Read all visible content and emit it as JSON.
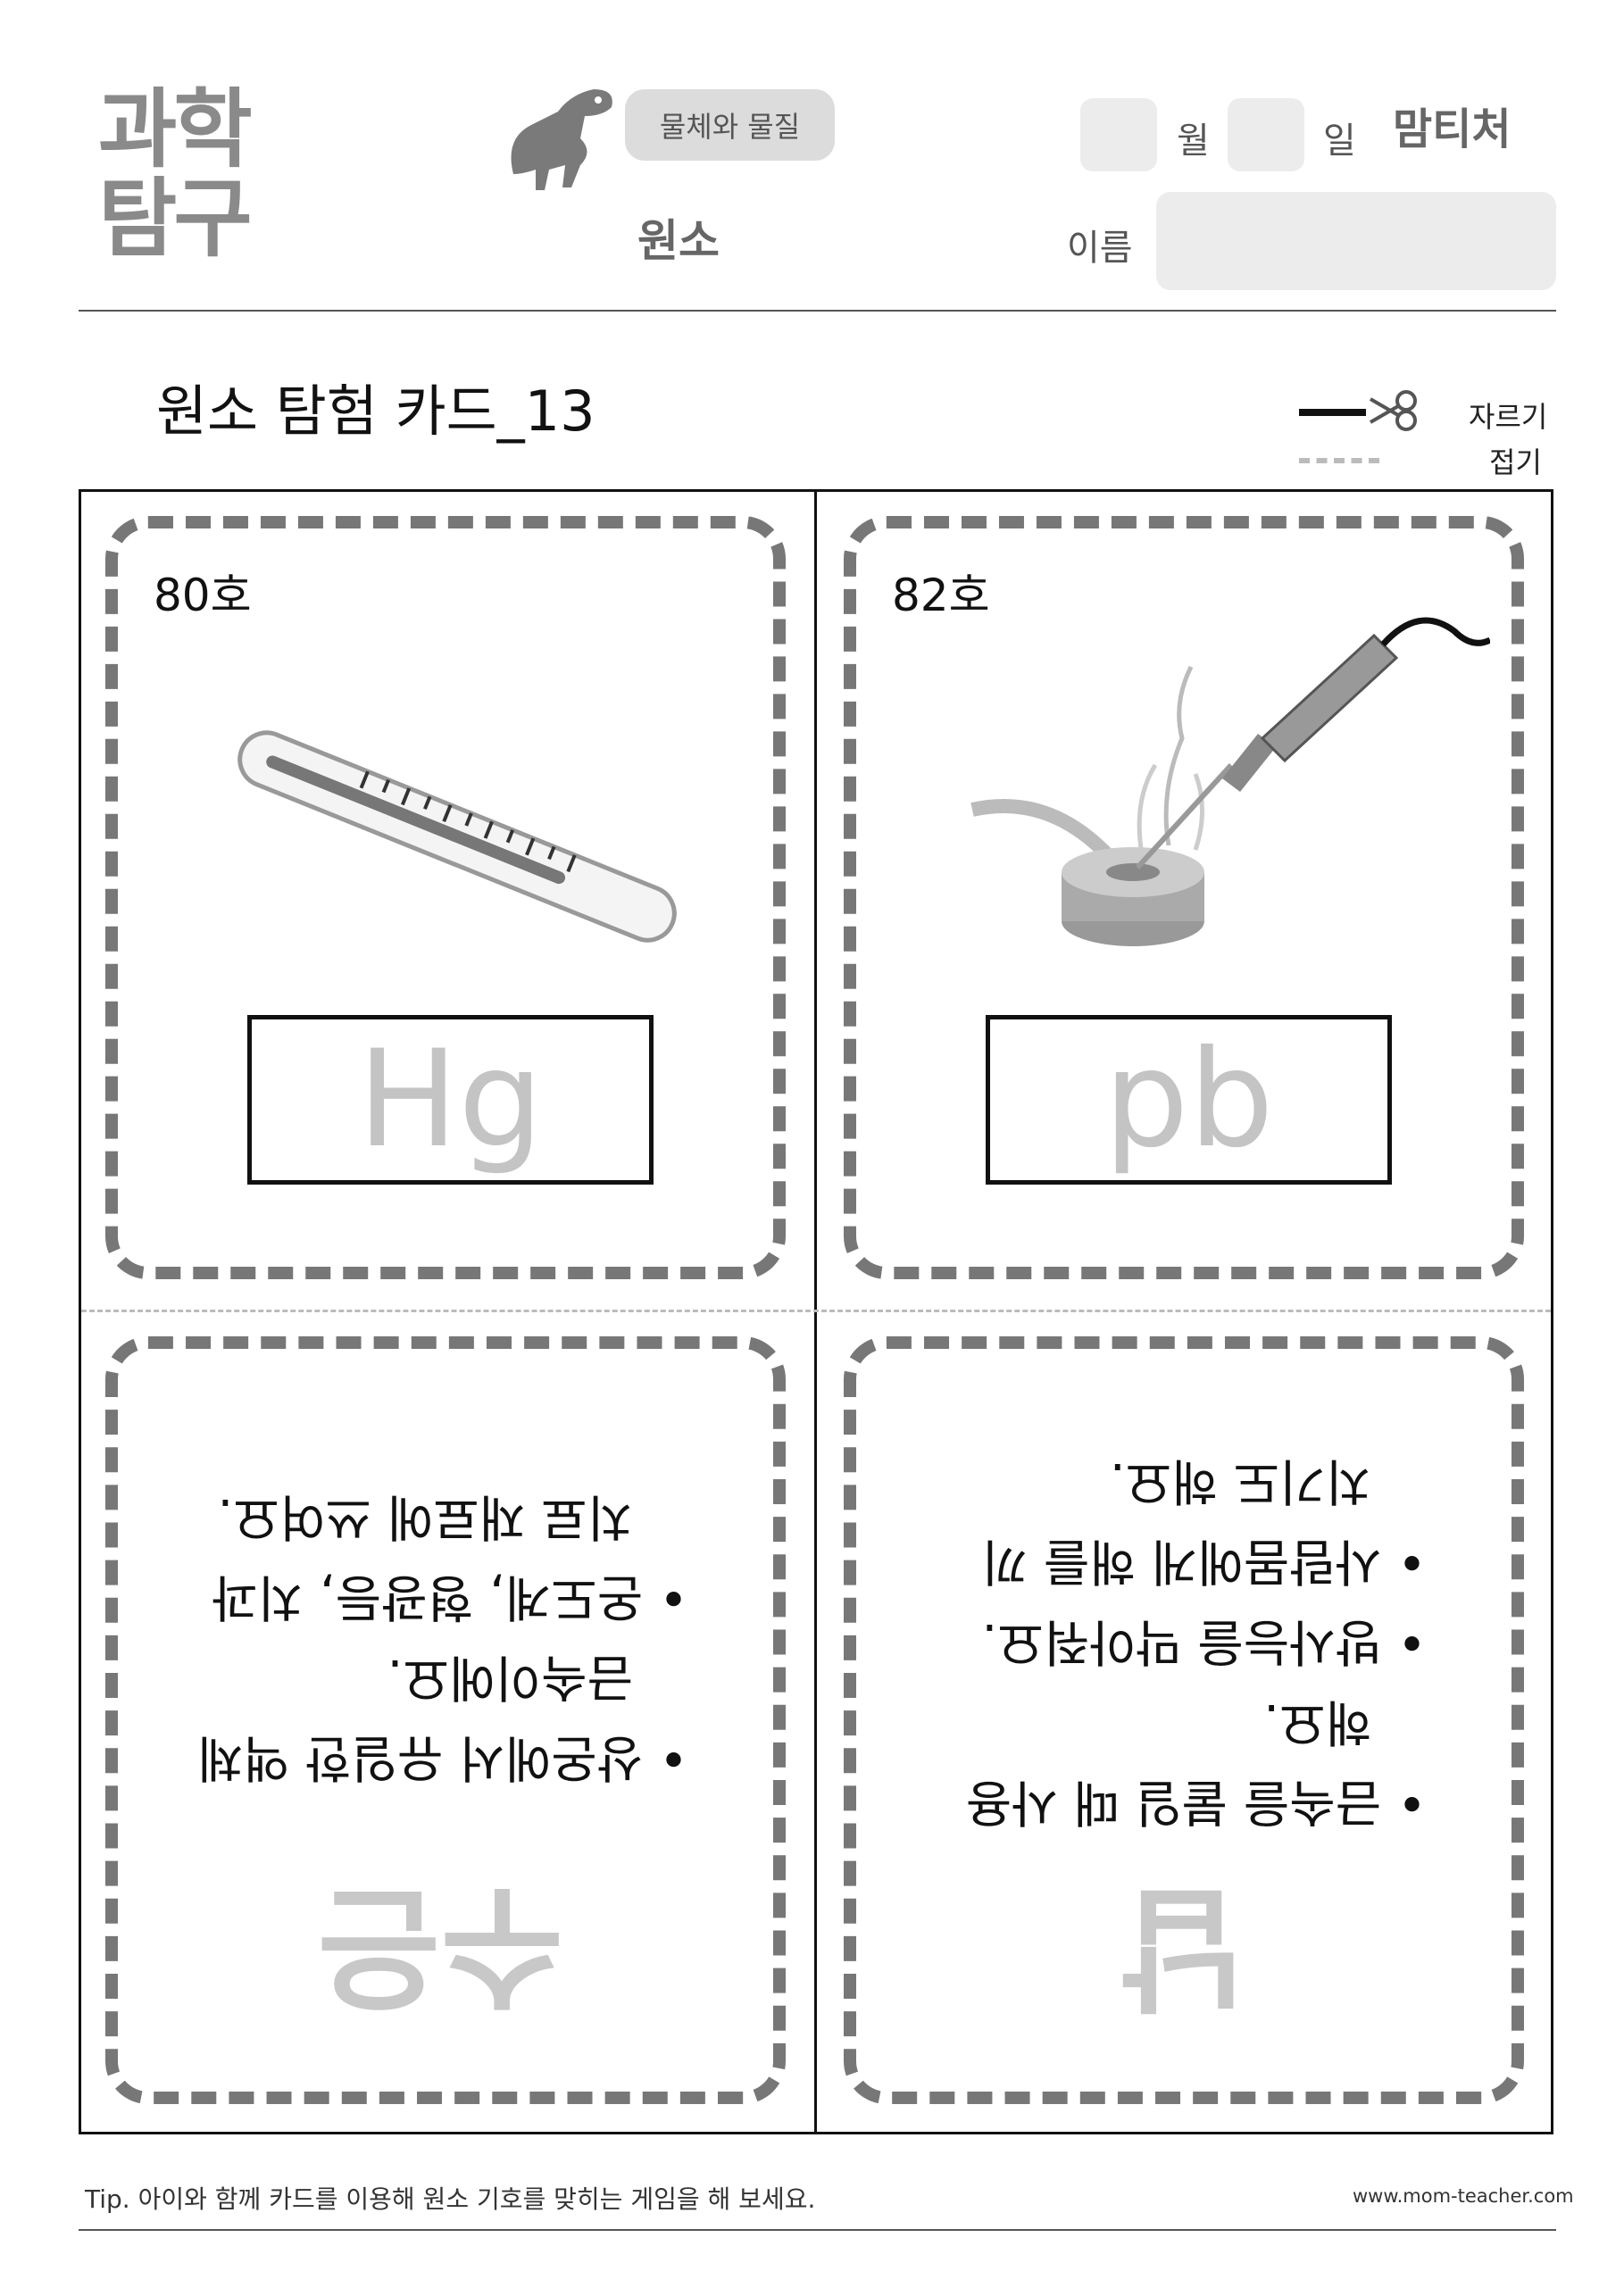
{
  "header": {
    "logo_line1": "과학",
    "logo_line2": "탐구",
    "topic": "물체와 물질",
    "subtitle": "원소",
    "month_label": "월",
    "day_label": "일",
    "name_label": "이름",
    "brand": "맘티처"
  },
  "title": "원소 탐험 카드_13",
  "legend": {
    "cut": "자르기",
    "fold": "접기"
  },
  "cards": [
    {
      "number": "80호",
      "symbol": "Hg",
      "name": "수은",
      "facts": [
        "상온에서 유일한 액체 금속이에요.",
        "온도계, 형광등, 치과 치료 재료에 쓰여요."
      ],
      "icon": "thermometer-icon"
    },
    {
      "number": "82호",
      "symbol": "pb",
      "name": "납",
      "facts": [
        "금속을 붙일 때 사용해요.",
        "방사능을 막아줘요.",
        "사람몸에게 해를 끼치기도 해요."
      ],
      "icon": "soldering-iron-icon"
    }
  ],
  "back_text": {
    "hg_lines": [
      "• 상온에서 유일한 액체",
      "금속이에요.",
      "• 온도계, 형광등, 치과",
      "치료 재료에 쓰여요."
    ],
    "pb_lines": [
      "• 금속을 붙일 때 사용",
      "해요.",
      "• 방사능을 막아줘요.",
      "• 사람몸에게 해를 끼",
      "치기도 해요."
    ]
  },
  "footer": {
    "tip": "Tip. 아이와 함께 카드를 이용해 원소 기호를 맞히는 게임을 해 보세요.",
    "url": "www.mom-teacher.com"
  },
  "colors": {
    "ink": "#111111",
    "gray_text": "#c4c4c4",
    "border_dash": "#777777"
  }
}
